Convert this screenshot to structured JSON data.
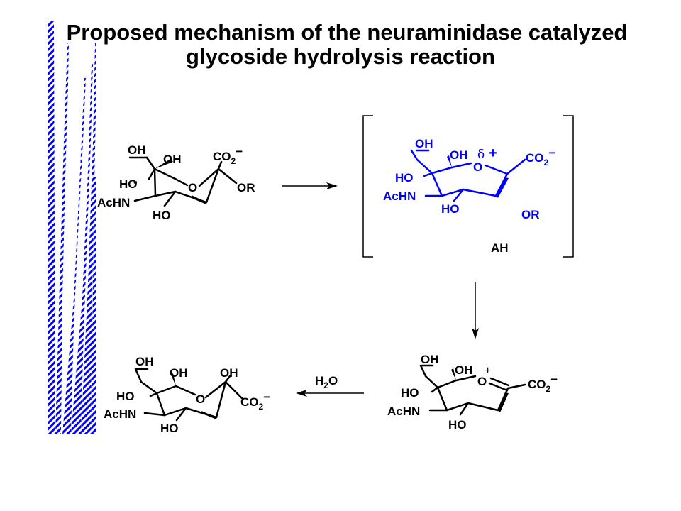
{
  "title": {
    "line1": "Proposed mechanism of the neuraminidase catalyzed",
    "line2": "glycoside hydrolysis reaction"
  },
  "colors": {
    "accent": "#0000ff",
    "ink": "#000000",
    "background": "#ffffff"
  },
  "structures": {
    "substrate": {
      "oh_top": "OH",
      "oh_mid": "OH",
      "ho_side": "HO",
      "achn": "AcHN",
      "ho_bottom": "HO",
      "ring_o": "O",
      "co2": "CO",
      "co2_sub": "2",
      "co2_charge": "−",
      "or": "OR"
    },
    "transition_state": {
      "oh_top": "OH",
      "oh_mid": "OH",
      "delta": "δ",
      "delta_charge": "+",
      "ho_side": "HO",
      "achn": "AcHN",
      "ho_bottom": "HO",
      "ring_o": "O",
      "co2": "CO",
      "co2_sub": "2",
      "co2_charge": "−",
      "or": "OR",
      "acid": "AH"
    },
    "oxocarbenium": {
      "oh_top": "OH",
      "oh_mid": "OH",
      "ho_side": "HO",
      "achn": "AcHN",
      "ho_bottom": "HO",
      "ring_o": "O",
      "ring_charge": "+",
      "co2": "CO",
      "co2_sub": "2",
      "co2_charge": "−"
    },
    "product": {
      "oh_top": "OH",
      "oh_mid": "OH",
      "oh_anomeric": "OH",
      "ho_side": "HO",
      "achn": "AcHN",
      "ho_bottom": "HO",
      "ring_o": "O",
      "co2": "CO",
      "co2_sub": "2",
      "co2_charge": "−"
    }
  },
  "arrows": {
    "water": "H",
    "water_sub": "2",
    "water_o": "O"
  }
}
